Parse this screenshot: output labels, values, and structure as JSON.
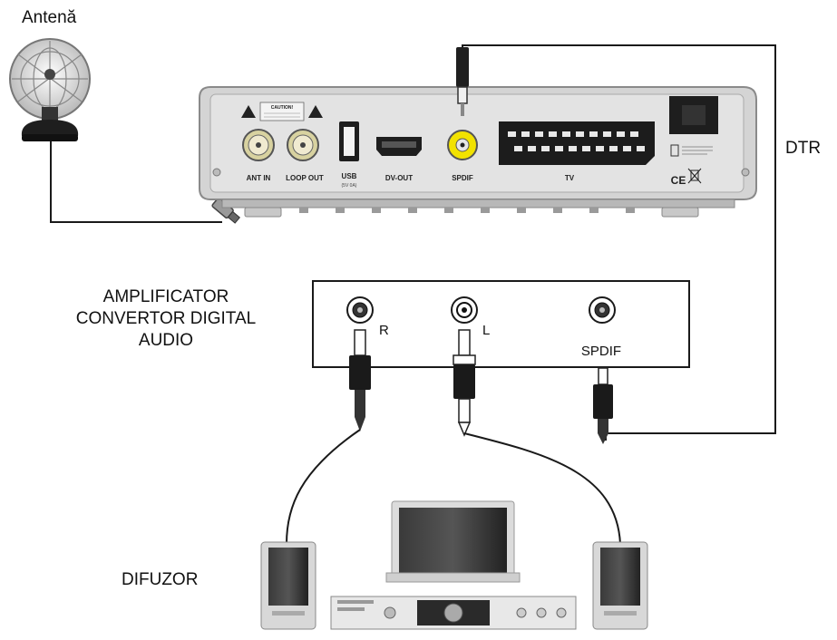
{
  "labels": {
    "antenna": "Antenă",
    "dtr": "DTR",
    "amplifier_line1": "AMPLIFICATOR",
    "amplifier_line2": "CONVERTOR DIGITAL",
    "amplifier_line3": "AUDIO",
    "speaker": "DIFUZOR"
  },
  "receiver_ports": {
    "ant_in": "ANT IN",
    "loop_out": "LOOP OUT",
    "usb": "USB",
    "usb_sub": "(5V 0A)",
    "dv_out": "DV-OUT",
    "spdif": "SPDIF",
    "tv": "TV",
    "warning_title": "CAUTION!",
    "ce_mark": "CE"
  },
  "amplifier_ports": {
    "r": "R",
    "l": "L",
    "spdif": "SPDIF"
  },
  "colors": {
    "line": "#1a1a1a",
    "receiver_body": "#d9d9d9",
    "receiver_panel": "#e6e6e6",
    "rca_yellow": "#f2e200",
    "rca_coax": "#e8e3b0",
    "speaker_dark": "#2a2a2a"
  }
}
